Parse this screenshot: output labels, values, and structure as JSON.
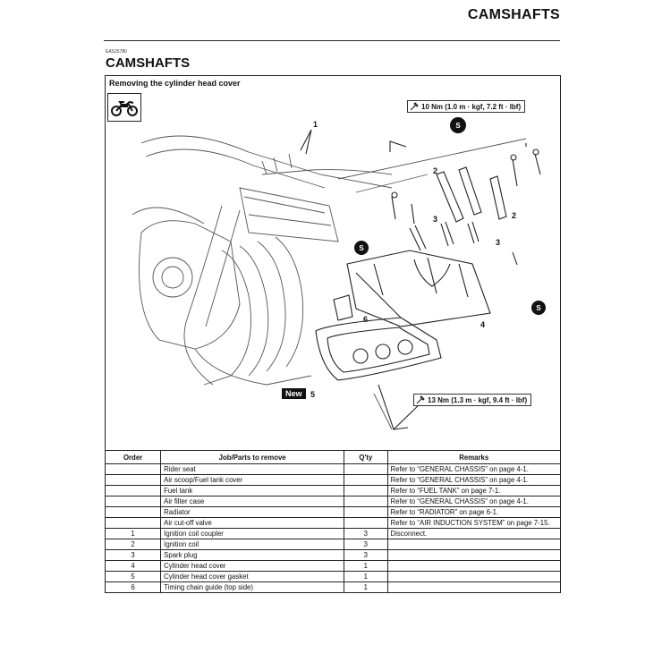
{
  "page": {
    "header_title": "CAMSHAFTS",
    "doc_code": "EAS25780",
    "section_title": "CAMSHAFTS",
    "subsection_title": "Removing the cylinder head cover"
  },
  "diagram": {
    "icons": [
      "motorcycle-icon",
      "torque-wrench-icon",
      "sealant-s-icon"
    ],
    "torque_top": "10 Nm (1.0 m · kgf, 7.2 ft · lbf)",
    "torque_bottom": "13 Nm (1.3 m · kgf, 9.4 ft · lbf)",
    "new_label": "New",
    "sealant_symbol": "S",
    "callouts": [
      "1",
      "2",
      "2",
      "3",
      "3",
      "4",
      "5",
      "6"
    ]
  },
  "table": {
    "headers": [
      "Order",
      "Job/Parts to remove",
      "Q'ty",
      "Remarks"
    ],
    "rows": [
      {
        "order": "",
        "job": "Rider seat",
        "qty": "",
        "remarks": "Refer to “GENERAL CHASSIS” on page 4-1."
      },
      {
        "order": "",
        "job": "Air scoop/Fuel tank cover",
        "qty": "",
        "remarks": "Refer to “GENERAL CHASSIS” on page 4-1."
      },
      {
        "order": "",
        "job": "Fuel tank",
        "qty": "",
        "remarks": "Refer to “FUEL TANK” on page 7-1."
      },
      {
        "order": "",
        "job": "Air filter case",
        "qty": "",
        "remarks": "Refer to “GENERAL CHASSIS” on page 4-1."
      },
      {
        "order": "",
        "job": "Radiator",
        "qty": "",
        "remarks": "Refer to “RADIATOR” on page 6-1."
      },
      {
        "order": "",
        "job": "Air cut-off valve",
        "qty": "",
        "remarks": "Refer to “AIR INDUCTION SYSTEM” on page 7-15."
      },
      {
        "order": "1",
        "job": "Ignition coil coupler",
        "qty": "3",
        "remarks": "Disconnect."
      },
      {
        "order": "2",
        "job": "Ignition coil",
        "qty": "3",
        "remarks": ""
      },
      {
        "order": "3",
        "job": "Spark plug",
        "qty": "3",
        "remarks": ""
      },
      {
        "order": "4",
        "job": "Cylinder head cover",
        "qty": "1",
        "remarks": ""
      },
      {
        "order": "5",
        "job": "Cylinder head cover gasket",
        "qty": "1",
        "remarks": ""
      },
      {
        "order": "6",
        "job": "Timing chain guide (top side)",
        "qty": "1",
        "remarks": ""
      }
    ]
  }
}
